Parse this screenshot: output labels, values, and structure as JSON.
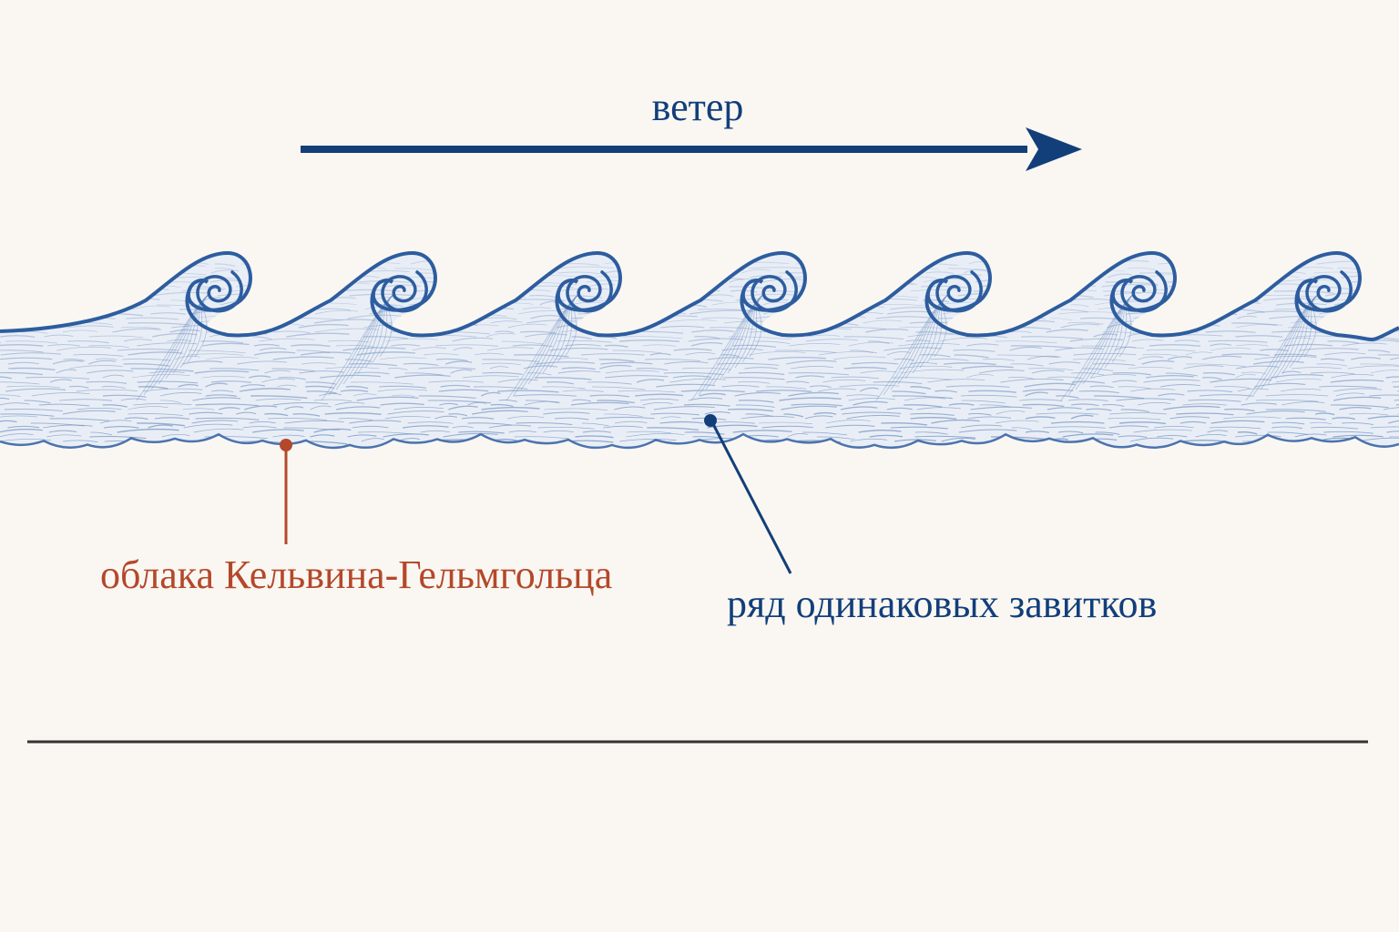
{
  "wind": {
    "label": "ветер"
  },
  "labels": {
    "kh_clouds": "облака Кельвина-Гельмгольца",
    "curls_row": "ряд одинаковых завитков"
  },
  "colors": {
    "background": "#faf7f2",
    "navy": "#123f7a",
    "wave_outline": "#2d5d9f",
    "cloud_hatch": "#6f8fbf",
    "cloud_fill": "#e9eef6",
    "rust": "#b4482a",
    "ground_line": "#333333"
  },
  "curl_count": 7
}
